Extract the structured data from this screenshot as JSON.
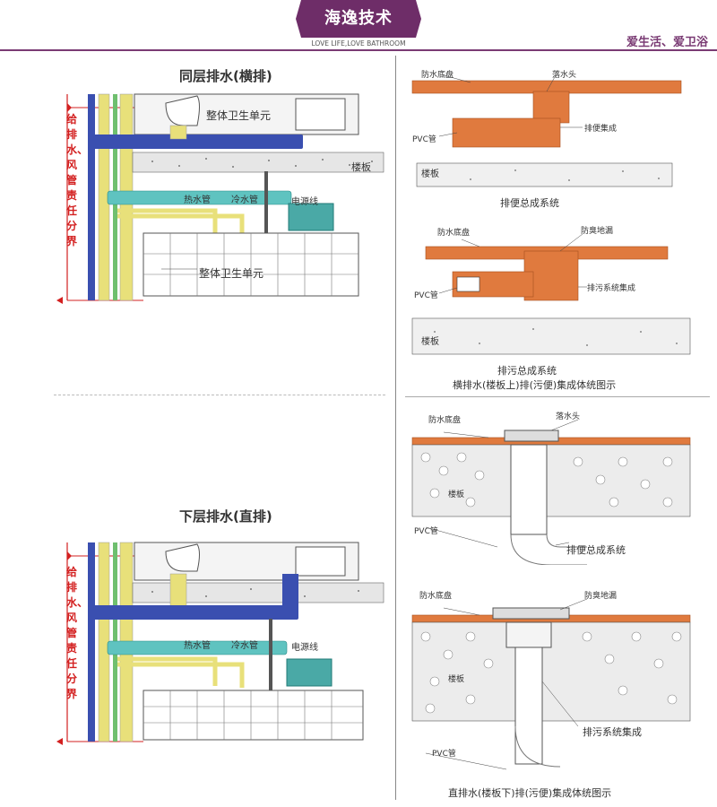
{
  "header": {
    "brand": "海逸技术",
    "brand_sub": "LOVE LIFE,LOVE BATHROOM",
    "slogan": "爱生活、爱卫浴",
    "accent": "#6e2d68"
  },
  "left": {
    "top_title": "同层排水(横排)",
    "bottom_title": "下层排水(直排)",
    "side_label": "给排水、风管责任分界",
    "labels": {
      "unit_top": "整体卫生单元",
      "unit_bottom": "整体卫生单元",
      "floor": "楼板",
      "hot_pipe": "热水管",
      "cold_pipe": "冷水管",
      "power_line": "电源线"
    }
  },
  "right": {
    "labels": {
      "waterproof_tray": "防水底盘",
      "drain_head": "落水头",
      "pvc_pipe": "PVC管",
      "toilet_integration": "排便集成",
      "floor_slab": "楼板",
      "odor_drain": "防臭地漏",
      "sewage_integration": "排污系统集成",
      "toilet_system": "排便总成系统"
    },
    "captions": {
      "toilet_system": "排便总成系统",
      "sewage_system": "排污总成系统",
      "horizontal_summary": "横排水(楼板上)排(污便)集成体统图示",
      "vertical_toilet": "排便总成系统",
      "vertical_summary": "直排水(楼板下)排(污便)集成体统图示"
    }
  },
  "colors": {
    "orange": "#e07a3e",
    "blue_pipe": "#3a4fb0",
    "yellow_pipe": "#e8e07a",
    "cyan_pipe": "#5fc3c0",
    "red": "#d32020"
  }
}
